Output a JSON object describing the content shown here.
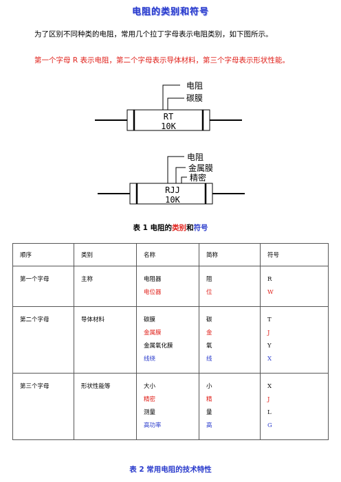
{
  "title": "电阻的类别和符号",
  "intro": "为了区别不同种类的电阻，常用几个拉丁字母表示电阻类别，如下图所示。",
  "rule": "第一个字母 R 表示电阻，第二个字母表示导体材料，第三个字母表示形状性能。",
  "diagram1": {
    "labels": [
      "电阻",
      "碳膜"
    ],
    "code": "RT",
    "value": "10K"
  },
  "diagram2": {
    "labels": [
      "电阻",
      "金属膜",
      "精密"
    ],
    "code": "RJJ",
    "value": "10K"
  },
  "table1": {
    "caption_prefix": "表 1  电阻的",
    "caption_red": "类别",
    "caption_mid": "和",
    "caption_blue": "符号",
    "headers": [
      "顺序",
      "类别",
      "名称",
      "简称",
      "符号"
    ],
    "rows": [
      {
        "order": "第一个字母",
        "category": "主称",
        "names": [
          {
            "text": "电阻器",
            "color": "blk"
          },
          {
            "text": "电位器",
            "color": "red"
          }
        ],
        "abbr": [
          {
            "text": "阻",
            "color": "blk"
          },
          {
            "text": "位",
            "color": "red"
          }
        ],
        "symbols": [
          {
            "text": "R",
            "color": "blk"
          },
          {
            "text": "W",
            "color": "red"
          }
        ]
      },
      {
        "order": "第二个字母",
        "category": "导体材料",
        "names": [
          {
            "text": "碳膜",
            "color": "blk"
          },
          {
            "text": "金属膜",
            "color": "red"
          },
          {
            "text": "金属氧化膜",
            "color": "blk"
          },
          {
            "text": "线绕",
            "color": "blu"
          }
        ],
        "abbr": [
          {
            "text": "碳",
            "color": "blk"
          },
          {
            "text": "金",
            "color": "red"
          },
          {
            "text": "氧",
            "color": "blk"
          },
          {
            "text": "线",
            "color": "blu"
          }
        ],
        "symbols": [
          {
            "text": "T",
            "color": "blk"
          },
          {
            "text": "J",
            "color": "red"
          },
          {
            "text": "Y",
            "color": "blk"
          },
          {
            "text": "X",
            "color": "blu"
          }
        ]
      },
      {
        "order": "第三个字母",
        "category": "形状性能等",
        "names": [
          {
            "text": "大小",
            "color": "blk"
          },
          {
            "text": "精密",
            "color": "red"
          },
          {
            "text": "测量",
            "color": "blk"
          },
          {
            "text": "高功率",
            "color": "blu"
          }
        ],
        "abbr": [
          {
            "text": "小",
            "color": "blk"
          },
          {
            "text": "精",
            "color": "red"
          },
          {
            "text": "量",
            "color": "blk"
          },
          {
            "text": "高",
            "color": "blu"
          }
        ],
        "symbols": [
          {
            "text": "X",
            "color": "blk"
          },
          {
            "text": "J",
            "color": "red"
          },
          {
            "text": "L",
            "color": "blk"
          },
          {
            "text": "G",
            "color": "blu"
          }
        ]
      }
    ]
  },
  "table2_caption": "表 2  常用电阻的技术特性"
}
